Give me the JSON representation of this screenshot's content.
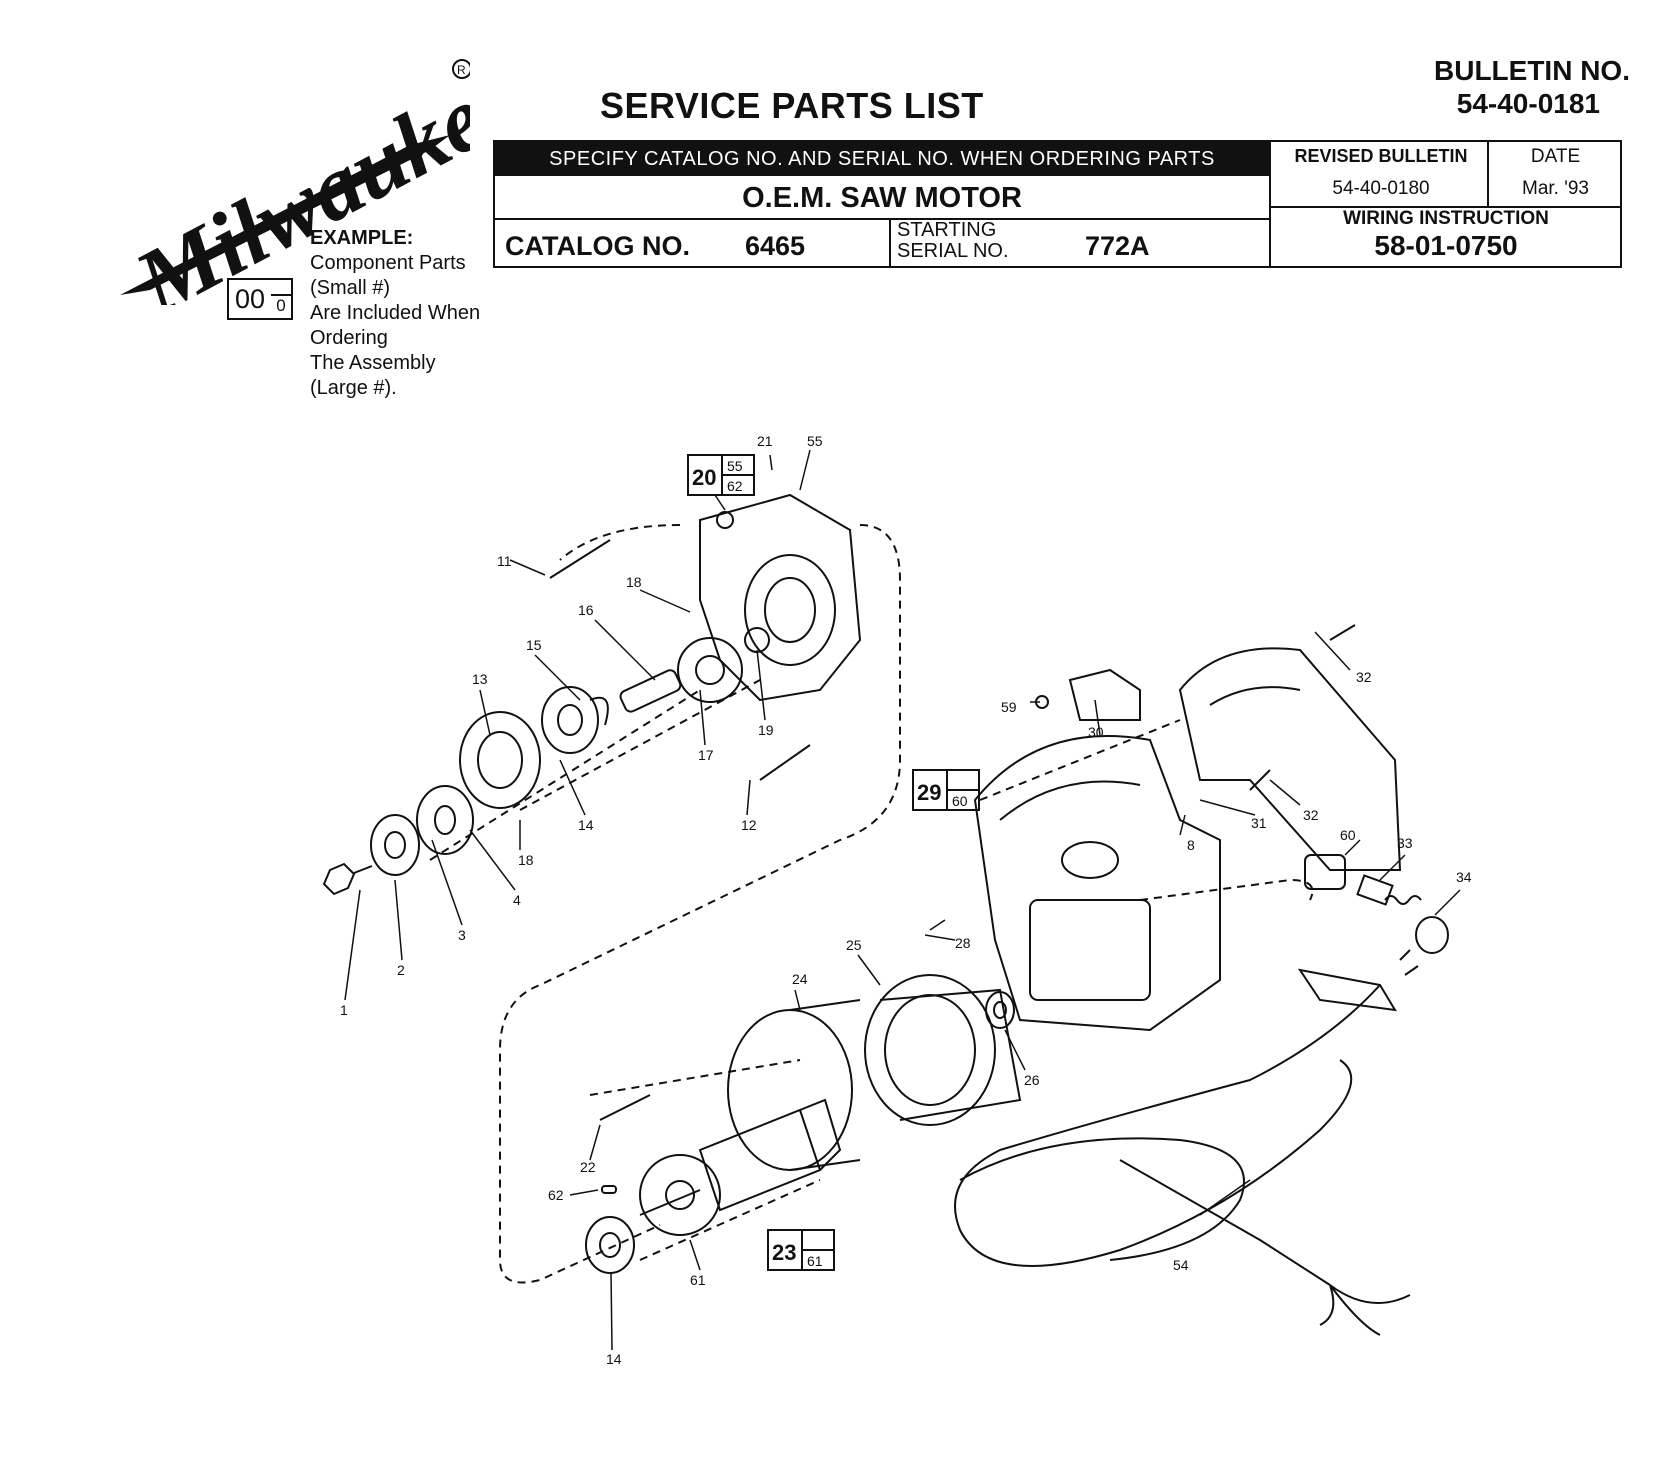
{
  "brand": "Milwaukee",
  "header": {
    "title": "SERVICE PARTS LIST",
    "bulletin_label": "BULLETIN NO.",
    "bulletin_no": "54-40-0181",
    "instruction_band": "SPECIFY CATALOG NO. AND SERIAL NO. WHEN ORDERING PARTS",
    "product": "O.E.M. SAW MOTOR",
    "catalog_label": "CATALOG NO.",
    "catalog_no": "6465",
    "serial_label_1": "STARTING",
    "serial_label_2": "SERIAL NO.",
    "serial_no": "772A",
    "revised_label": "REVISED BULLETIN",
    "revised_value": "54-40-0180",
    "date_label": "DATE",
    "date_value": "Mar. '93",
    "wiring_label": "WIRING INSTRUCTION",
    "wiring_value": "58-01-0750"
  },
  "example": {
    "heading": "EXAMPLE:",
    "big": "00",
    "small": "0",
    "lines": [
      "Component Parts",
      "(Small #)",
      "Are Included When",
      "Ordering",
      "The Assembly",
      "(Large #)."
    ]
  },
  "assemblies": [
    {
      "big": "20",
      "small_top": "55",
      "small_bottom": "62"
    },
    {
      "big": "29",
      "small_top": "",
      "small_bottom": "60"
    },
    {
      "big": "23",
      "small_top": "",
      "small_bottom": "61"
    }
  ],
  "callouts": [
    "1",
    "2",
    "3",
    "4",
    "11",
    "12",
    "13",
    "14",
    "14",
    "15",
    "16",
    "17",
    "18",
    "18",
    "19",
    "21",
    "22",
    "24",
    "25",
    "26",
    "28",
    "30",
    "31",
    "32",
    "32",
    "33",
    "34",
    "54",
    "55",
    "59",
    "60",
    "61",
    "62",
    "8"
  ]
}
